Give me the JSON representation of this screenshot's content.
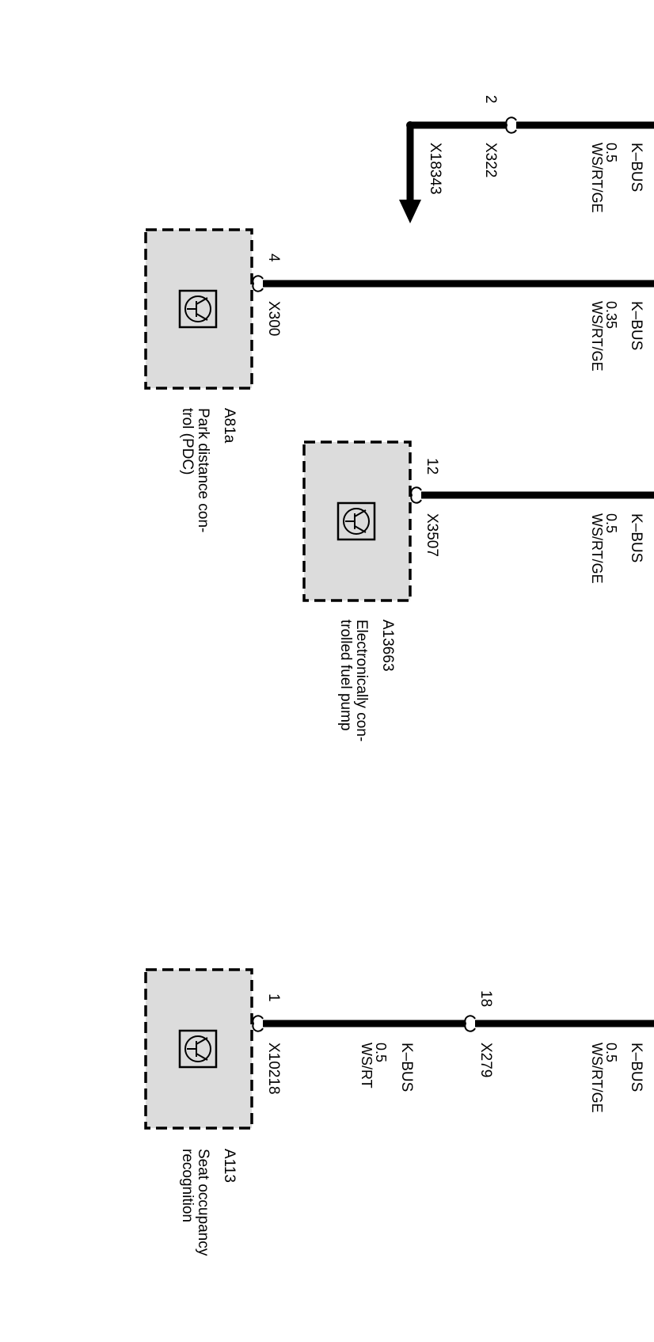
{
  "wires": [
    {
      "id": "w1",
      "bus": "K–BUS",
      "gauge": "0.5",
      "color": "WS/RT/GE"
    },
    {
      "id": "w2",
      "bus": "K–BUS",
      "gauge": "0.35",
      "color": "WS/RT/GE"
    },
    {
      "id": "w3",
      "bus": "K–BUS",
      "gauge": "0.5",
      "color": "WS/RT/GE"
    },
    {
      "id": "w4",
      "bus": "K–BUS",
      "gauge": "0.5",
      "color": "WS/RT/GE"
    },
    {
      "id": "w5",
      "bus": "K–BUS",
      "gauge": "0.5",
      "color": "WS/RT"
    }
  ],
  "connectors": {
    "x322": {
      "name": "X322",
      "pin": "2"
    },
    "x18343": {
      "name": "X18343"
    },
    "x300": {
      "name": "X300",
      "pin": "4"
    },
    "x3507": {
      "name": "X3507",
      "pin": "12"
    },
    "x279": {
      "name": "X279",
      "pin": "18"
    },
    "x10218": {
      "name": "X10218",
      "pin": "1"
    }
  },
  "components": {
    "a81a": {
      "id": "A81a",
      "desc_lines": [
        "Park distance con-",
        "trol (PDC)"
      ]
    },
    "a13663": {
      "id": "A13663",
      "desc_lines": [
        "Electronically con-",
        "trolled fuel pump"
      ]
    },
    "a113": {
      "id": "A113",
      "desc_lines": [
        "Seat occupancy",
        "recognition"
      ]
    }
  }
}
